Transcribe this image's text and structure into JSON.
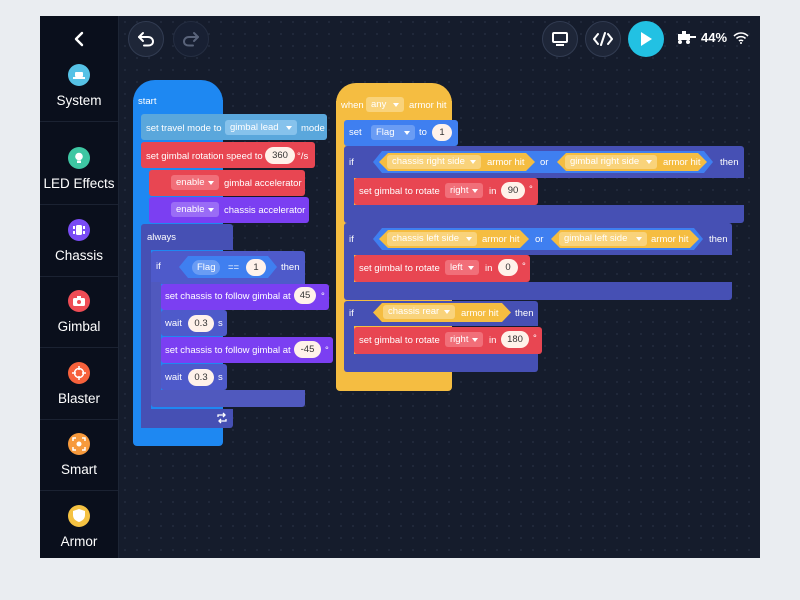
{
  "sidebar": {
    "categories": [
      {
        "label": "System",
        "color": "#56c2e6"
      },
      {
        "label": "LED Effects",
        "color": "#3ec7a3"
      },
      {
        "label": "Chassis",
        "color": "#7a4cf5"
      },
      {
        "label": "Gimbal",
        "color": "#ef4c55"
      },
      {
        "label": "Blaster",
        "color": "#f7623c"
      },
      {
        "label": "Smart",
        "color": "#f79a3c"
      },
      {
        "label": "Armor",
        "color": "#f5c242"
      }
    ]
  },
  "toolbar": {
    "battery": "44%"
  },
  "program1": {
    "start": "start",
    "set_travel": "set travel mode to",
    "travel_mode": "gimbal lead",
    "mode": "mode",
    "set_rot_speed": "set gimbal rotation speed to",
    "rot_speed": "360",
    "speed_unit": "°/s",
    "enable1": "enable",
    "gimbal_accel": "gimbal accelerator",
    "enable2": "enable",
    "chassis_accel": "chassis accelerator",
    "always": "always",
    "if": "if",
    "flag": "Flag",
    "eq": "==",
    "flag_val": "1",
    "then": "then",
    "follow1": "set chassis to follow gimbal at",
    "angle1": "45",
    "deg1": "°",
    "wait1": "wait",
    "wait1_val": "0.3",
    "s1": "s",
    "follow2": "set chassis to follow gimbal at",
    "angle2": "-45",
    "deg2": "°",
    "wait2": "wait",
    "wait2_val": "0.3",
    "s2": "s"
  },
  "program2": {
    "when": "when",
    "any": "any",
    "armor_hit": "armor hit",
    "set": "set",
    "flag": "Flag",
    "to": "to",
    "flag_val": "1",
    "if1": "if",
    "c1a": "chassis right side",
    "c1a_hit": "armor hit",
    "or1": "or",
    "c1b": "gimbal right side",
    "c1b_hit": "armor hit",
    "then1": "then",
    "rotate1": "set gimbal to rotate",
    "dir1": "right",
    "in1": "in",
    "deg_val1": "90",
    "deg1": "°",
    "if2": "if",
    "c2a": "chassis left side",
    "c2a_hit": "armor hit",
    "or2": "or",
    "c2b": "gimbal left side",
    "c2b_hit": "armor hit",
    "then2": "then",
    "rotate2": "set gimbal to rotate",
    "dir2": "left",
    "in2": "in",
    "deg_val2": "0",
    "deg2": "°",
    "if3": "if",
    "c3": "chassis rear",
    "c3_hit": "armor hit",
    "then3": "then",
    "rotate3": "set gimbal to rotate",
    "dir3": "right",
    "in3": "in",
    "deg_val3": "180",
    "deg3": "°"
  },
  "colors": {
    "event_blue": "#1e88f2",
    "system_blue": "#5aa7dc",
    "gimbal_red": "#e84652",
    "chassis_purple": "#7b3ff2",
    "control_indigo": "#4650b4",
    "variable_blue": "#3f7ff0",
    "armor_yellow": "#f5bd41",
    "play_cyan": "#22c1e3"
  }
}
